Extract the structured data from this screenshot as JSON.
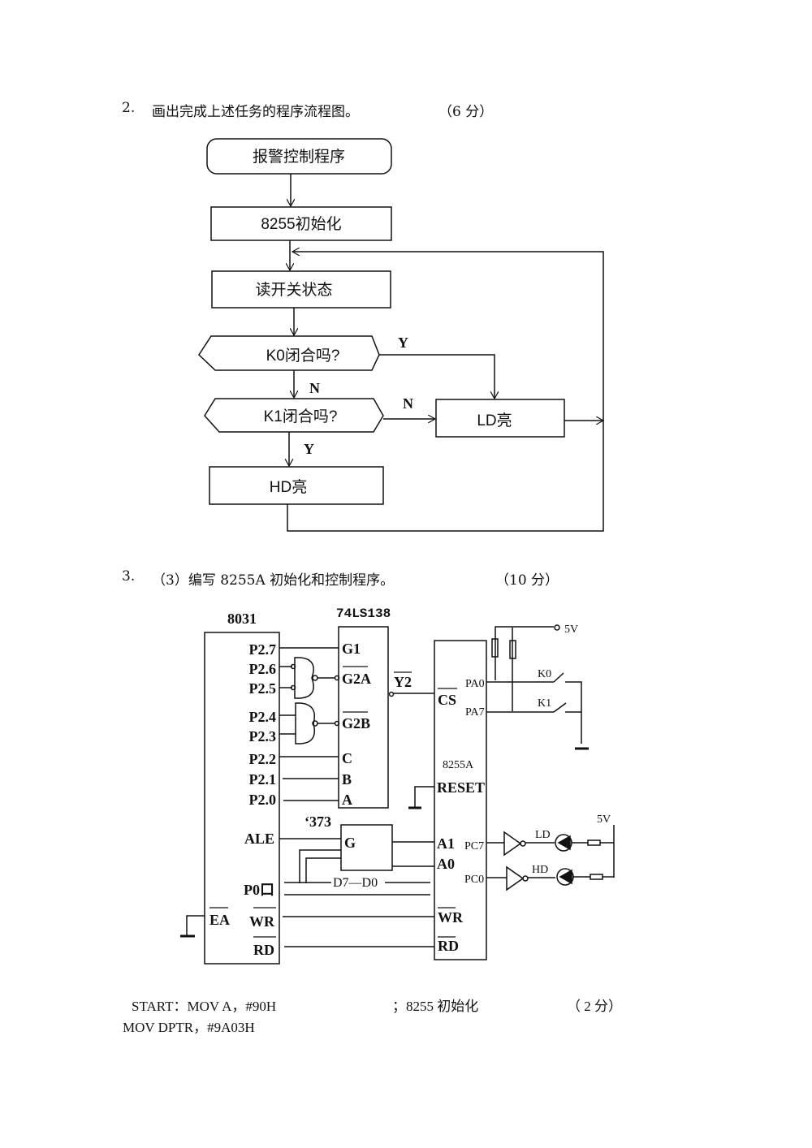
{
  "question2": {
    "number": "2.",
    "text": "画出完成上述任务的程序流程图。",
    "score": "（6 分）"
  },
  "flowchart": {
    "start": "报警控制程序",
    "init": "8255初始化",
    "read": "读开关状态",
    "decision_k0": "K0闭合吗?",
    "decision_k1": "K1闭合吗?",
    "ld_on": "LD亮",
    "hd_on": "HD亮",
    "label_k0_yes": "Y",
    "label_k0_no": "N",
    "label_k1_no": "N",
    "label_k1_yes": "Y"
  },
  "question3": {
    "number": "3.",
    "text": "（3）编写 8255A 初始化和控制程序。",
    "score": "（10 分）"
  },
  "circuit": {
    "cpu": "8031",
    "decoder": "74LS138",
    "latch": "‘373",
    "ppi": "8255A",
    "cpu_pins": [
      "P2.7",
      "P2.6",
      "P2.5",
      "P2.4",
      "P2.3",
      "P2.2",
      "P2.1",
      "P2.0",
      "ALE",
      "P0口",
      "EA",
      "WR",
      "RD"
    ],
    "decoder_pins": [
      "G1",
      "G2A",
      "G2B",
      "C",
      "B",
      "A"
    ],
    "decoder_out": "Y2",
    "latch_pin": "G",
    "bus_label": "D7—D0",
    "ppi_pins_left": [
      "CS",
      "RESET",
      "A1",
      "A0",
      "WR",
      "RD"
    ],
    "ppi_pins_right": [
      "PA0",
      "PA7",
      "PC7",
      "PC0"
    ],
    "switches": [
      "K0",
      "K1"
    ],
    "leds": [
      "LD",
      "HD"
    ],
    "vcc_top": "5V",
    "vcc_led": "5V"
  },
  "code": {
    "line1_instr": "START：MOV A，#90H",
    "line1_comment": "；8255 初始化",
    "line1_score": "（ 2 分）",
    "line2_instr": "MOV DPTR，#9A03H"
  }
}
